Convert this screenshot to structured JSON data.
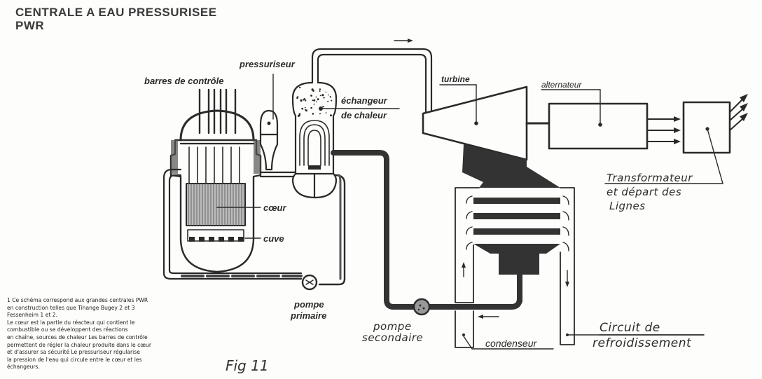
{
  "title": {
    "line1": "CENTRALE A EAU PRESSURISEE",
    "line2": "PWR"
  },
  "labels": {
    "control_rods": "barres de contrôle",
    "pressurizer": "pressuriseur",
    "heat_exchanger_1": "échangeur",
    "heat_exchanger_2": "de chaleur",
    "core": "cœur",
    "vessel": "cuve",
    "primary_pump_1": "pompe",
    "primary_pump_2": "primaire",
    "secondary_pump_1": "pompe",
    "secondary_pump_2": "secondaire",
    "turbine": "turbine",
    "alternator": "alternateur",
    "transformer_1": "Transformateur",
    "transformer_2": "et départ des",
    "transformer_3": "Lignes",
    "condenser": "condenseur",
    "cooling_1": "Circuit de",
    "cooling_2": "refroidissement"
  },
  "footnote": [
    "1 Ce schéma correspond aux grandes centrales PWR",
    "en construction telles que Tihange Bugey 2 et 3",
    "Fessenheim 1 et 2.",
    "Le cœur est la partie du réacteur qui contient le",
    "combustible ou se développent des réactions",
    "en chaîne, sources de chaleur  Les barres de contrôle",
    "permettent de régler la chaleur produite dans le cœur",
    "et d'assurer sa sécurité  Le pressuriseur régularise",
    "la pression de l'eau qui circule entre le cœur et les",
    "échangeurs."
  ],
  "figure_caption": "Fig 11",
  "colors": {
    "ink": "#2a2a2a",
    "paper": "#fdfdfb",
    "fill_dark": "#3a3a3a"
  }
}
